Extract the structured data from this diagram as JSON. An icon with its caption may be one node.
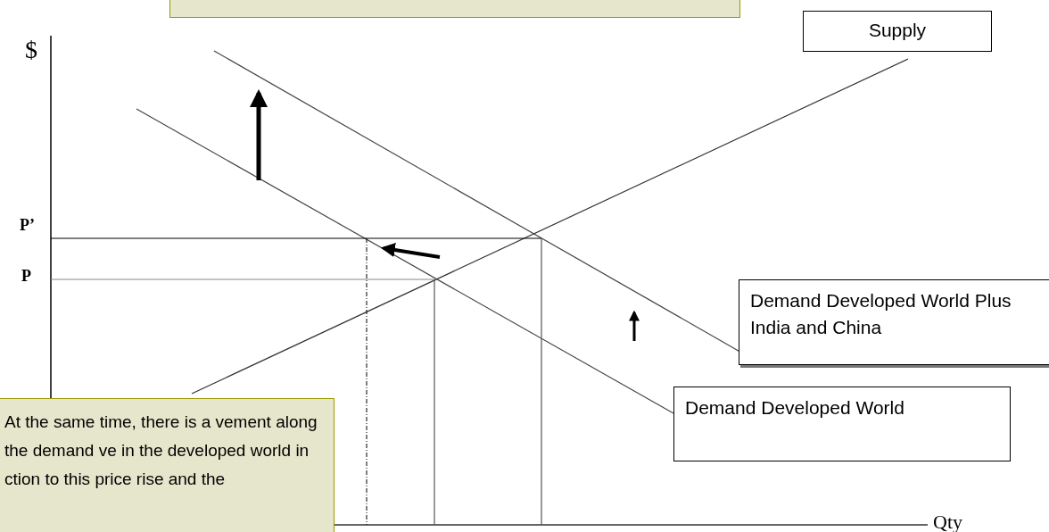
{
  "diagram": {
    "nodes": [
      {
        "text": [],
        "shape": "box"
      },
      {
        "text": [
          "Supply"
        ]
      },
      {
        "text": [
          "Demand Developed World Plus India and China"
        ]
      },
      {
        "text": [
          "Demand Developed World"
        ]
      },
      {
        "text": [
          "At the same time, there is a vement along the demand ve in the developed world in ction to this price rise and the"
        ]
      }
    ],
    "labels": [
      "$",
      "P’",
      "P",
      "Qty"
    ]
  }
}
